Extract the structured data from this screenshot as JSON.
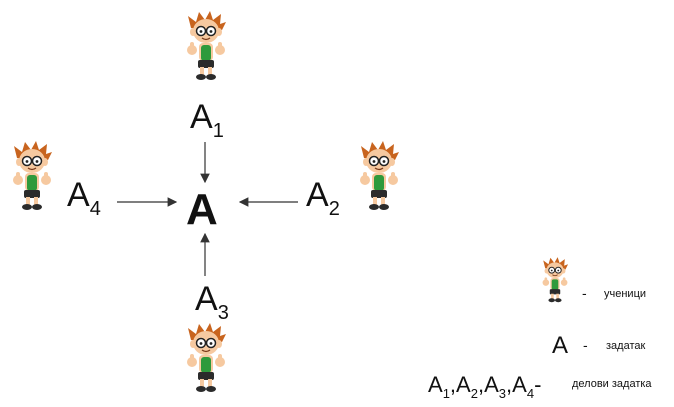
{
  "diagram": {
    "center_label": "A",
    "parts": [
      {
        "base": "A",
        "sub": "1"
      },
      {
        "base": "A",
        "sub": "2"
      },
      {
        "base": "A",
        "sub": "3"
      },
      {
        "base": "A",
        "sub": "4"
      }
    ],
    "arrow_color": "#333333"
  },
  "legend": {
    "students_dash": "-",
    "students_text": "ученици",
    "task_symbol": "A",
    "task_dash": "-",
    "task_text": "задатак",
    "parts_sep": ",",
    "parts_dash": "-",
    "parts_text": "делови задатка"
  },
  "colors": {
    "hair": "#c8641e",
    "skin": "#f6c9a0",
    "shirt": "#2e9a3c",
    "shorts": "#2b2b2b",
    "glasses": "#222222"
  }
}
